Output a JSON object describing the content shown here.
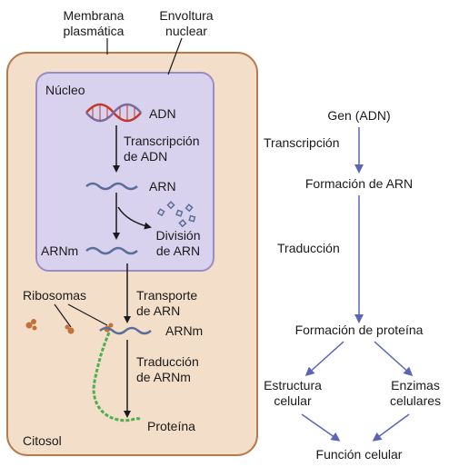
{
  "labels": {
    "membrane": [
      "Membrana",
      "plasmática"
    ],
    "envelope": [
      "Envoltura",
      "nuclear"
    ],
    "nucleus": "Núcleo",
    "dna": "ADN",
    "transcription": [
      "Transcripción",
      "de ADN"
    ],
    "rna": "ARN",
    "splicing": [
      "División",
      "de ARN"
    ],
    "mrna_nucleus": "ARNm",
    "ribosomes": "Ribosomas",
    "transport": [
      "Transporte",
      "de ARN"
    ],
    "mrna_cytosol": "ARNm",
    "translation": [
      "Traducción",
      "de ARNm"
    ],
    "protein": "Proteína",
    "cytosol": "Citosol"
  },
  "flow": {
    "gene": "Gen (ADN)",
    "transcription": "Transcripción",
    "rna_formation": "Formación de ARN",
    "translation": "Traducción",
    "protein_formation": "Formación de proteína",
    "structure": [
      "Estructura",
      "celular"
    ],
    "enzymes": [
      "Enzimas",
      "celulares"
    ],
    "function": "Función celular"
  },
  "colors": {
    "cell_fill": "#f3dfc9",
    "cell_stroke": "#b87a4b",
    "nucleus_fill": "#d9d2ee",
    "nucleus_stroke": "#9b8cc4",
    "dna_red": "#c0392b",
    "rna_blue": "#5b6e9a",
    "protein_green": "#4caf50",
    "ribosome": "#c4703a",
    "flow_arrow": "#5a66b5"
  }
}
